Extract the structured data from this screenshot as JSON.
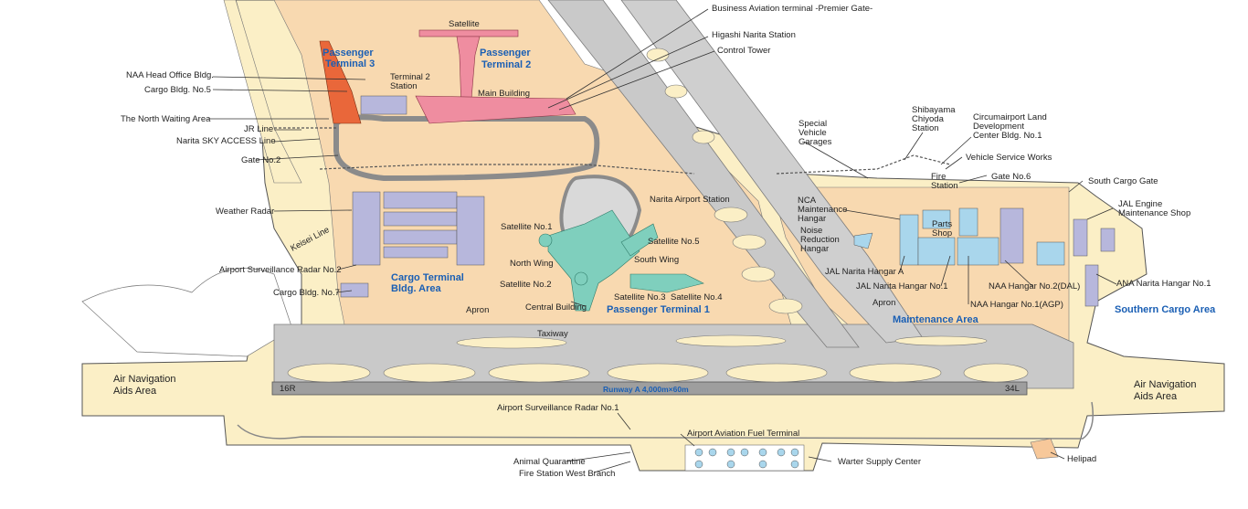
{
  "colors": {
    "airport_ground": "#fbefc6",
    "apron": "#f8d9b0",
    "pavement": "#c9c9c9",
    "pavement_edge": "#7b7b7b",
    "terminal2": "#ef8da0",
    "terminal3": "#e9673a",
    "terminal1": "#7fcfbd",
    "cargo_building": "#b7b7dc",
    "hangar": "#a9d6ec",
    "label_blue": "#1a5fb4"
  },
  "areas": {
    "passenger_terminal_3": [
      "Passenger",
      "Terminal 3"
    ],
    "passenger_terminal_2": [
      "Passenger",
      "Terminal 2"
    ],
    "passenger_terminal_1": "Passenger Terminal 1",
    "cargo_terminal": [
      "Cargo Terminal",
      "Bldg. Area"
    ],
    "maintenance_area": "Maintenance Area",
    "southern_cargo_area": "Southern Cargo Area",
    "air_nav_left": [
      "Air Navigation",
      "Aids Area"
    ],
    "air_nav_right": [
      "Air Navigation",
      "Aids Area"
    ]
  },
  "runway": {
    "label": "Runway A 4,000m×60m",
    "end_left": "16R",
    "end_right": "34L"
  },
  "labels": {
    "satellite": "Satellite",
    "business_aviation": "Business Aviation terminal -Premier Gate-",
    "higashi_narita": "Higashi Narita Station",
    "control_tower": "Control Tower",
    "naa_head_office": "NAA Head Office Bldg.",
    "cargo_bldg_5": "Cargo Bldg. No.5",
    "terminal2_station": [
      "Terminal 2",
      "Station"
    ],
    "main_building": "Main Building",
    "north_waiting": "The North Waiting Area",
    "jr_line": "JR Line",
    "sky_access": "Narita SKY ACCESS Line",
    "gate2": "Gate No.2",
    "weather_radar": "Weather Radar",
    "keisei_line": "Keisei Line",
    "surveillance_radar_2": "Airport Surveillance Radar No.2",
    "cargo_bldg_7": "Cargo Bldg. No.7",
    "satellite1": "Satellite No.1",
    "north_wing": "North Wing",
    "satellite2": "Satellite No.2",
    "central_building": "Central Building",
    "satellite3": "Satellite No.3",
    "satellite4": "Satellite No.4",
    "satellite5": "Satellite No.5",
    "south_wing": "South Wing",
    "narita_airport_station": "Narita Airport Station",
    "apron_left": "Apron",
    "apron_right": "Apron",
    "taxiway": "Taxiway",
    "special_vehicle": [
      "Special",
      "Vehicle",
      "Garages"
    ],
    "shibayama": [
      "Shibayama",
      "Chiyoda",
      "Station"
    ],
    "circumairport": [
      "Circumairport Land",
      "Development",
      "Center Bldg. No.1"
    ],
    "vehicle_service": "Vehicle Service Works",
    "fire_station": [
      "Fire",
      "Station"
    ],
    "gate6": "Gate No.6",
    "south_cargo_gate": "South Cargo Gate",
    "nca_hangar": [
      "NCA",
      "Maintenance",
      "Hangar"
    ],
    "noise_hangar": [
      "Noise",
      "Reduction",
      "Hangar"
    ],
    "parts_shop": [
      "Parts",
      "Shop"
    ],
    "jal_engine": [
      "JAL Engine",
      "Maintenance Shop"
    ],
    "jal_hangar_a": "JAL Narita Hangar A",
    "jal_hangar_1": "JAL Narita Hangar No.1",
    "naa_hangar_2": "NAA Hangar No.2(DAL)",
    "naa_hangar_1": "NAA Hangar No.1(AGP)",
    "ana_hangar_1": "ANA Narita Hangar No.1",
    "surveillance_radar_1": "Airport Surveillance Radar No.1",
    "fuel_terminal": "Airport Aviation Fuel Terminal",
    "animal_quarantine": "Animal Quarantine",
    "fire_station_west": "Fire Station West Branch",
    "water_supply": "Warter Supply Center",
    "helipad": "Helipad"
  }
}
